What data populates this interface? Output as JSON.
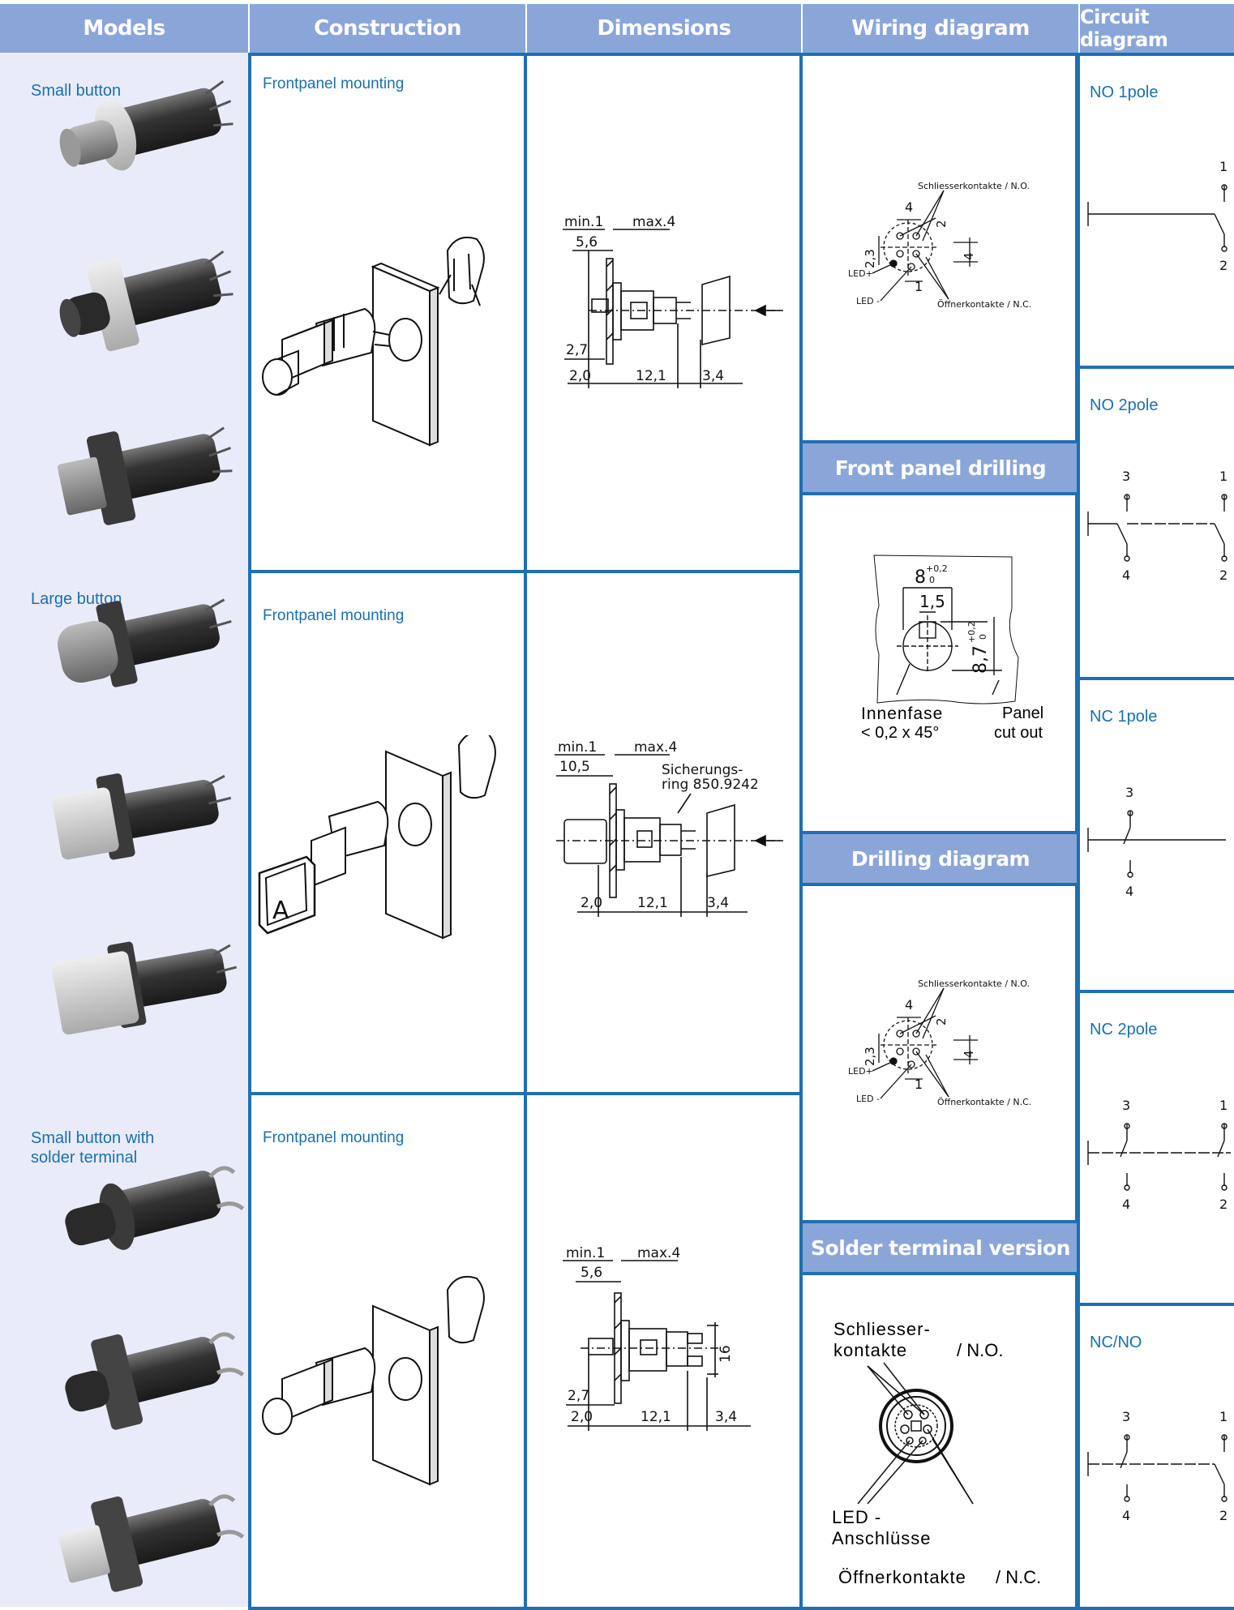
{
  "headers": {
    "models": "Models",
    "construction": "Construction",
    "dimensions": "Dimensions",
    "wiring": "Wiring diagram",
    "circuit": "Circuit diagram"
  },
  "subheaders": {
    "front_panel_drilling": "Front panel drilling",
    "drilling_diagram": "Drilling diagram",
    "solder_terminal": "Solder terminal version"
  },
  "models": [
    {
      "label": "Small button"
    },
    {
      "label": "Large button"
    },
    {
      "label": "Small button with solder terminal"
    }
  ],
  "construction": [
    {
      "label": "Frontpanel mounting"
    },
    {
      "label": "Frontpanel mounting"
    },
    {
      "label": "Frontpanel mounting"
    }
  ],
  "dimensions": {
    "d1": {
      "min": "min.1",
      "max": "max.4",
      "a": "5,6",
      "b": "2,7",
      "c": "2,0",
      "d": "12,1",
      "e": "3,4"
    },
    "d2": {
      "min": "min.1",
      "max": "max.4",
      "a": "10,5",
      "ring1": "Sicherungs-",
      "ring2": "ring 850.9242",
      "c": "2,0",
      "d": "12,1",
      "e": "3,4"
    },
    "d3": {
      "min": "min.1",
      "max": "max.4",
      "a": "5,6",
      "b": "2,7",
      "c": "2,0",
      "d": "12,1",
      "e": "3,4",
      "f": "16"
    }
  },
  "wiring": {
    "no_contacts": "Schliesserkontakte / N.O.",
    "nc_contacts": "Öffnerkontakte / N.C.",
    "led_plus": "LED+",
    "led_minus": "LED -",
    "d4": "4",
    "d2": "2",
    "d23": "2,3",
    "d1": "1"
  },
  "drilling": {
    "w": "8",
    "w_tol": "+0,2",
    "w_tol0": "0",
    "inner": "1,5",
    "h": "8,7",
    "h_tol": "+0,2",
    "h_tol0": "0",
    "chamfer1": "Innenfase",
    "chamfer2": "< 0,2 x 45°",
    "cutout1": "Panel",
    "cutout2": "cut out"
  },
  "solder": {
    "no1": "Schliesser-",
    "no2": "kontakte",
    "no3": "/ N.O.",
    "led1": "LED -",
    "led2": "Anschlüsse",
    "nc1": "Öffnerkontakte",
    "nc2": "/ N.C."
  },
  "circuits": [
    {
      "label": "NO 1pole",
      "t1": "1",
      "t2": "2"
    },
    {
      "label": "NO 2pole",
      "t1": "3",
      "t2": "1",
      "t3": "4",
      "t4": "2"
    },
    {
      "label": "NC 1pole",
      "t1": "3",
      "t2": "4"
    },
    {
      "label": "NC 2pole",
      "t1": "3",
      "t2": "1",
      "t3": "4",
      "t4": "2"
    },
    {
      "label": "NC/NO",
      "t1": "3",
      "t2": "1",
      "t3": "4",
      "t4": "2"
    }
  ]
}
